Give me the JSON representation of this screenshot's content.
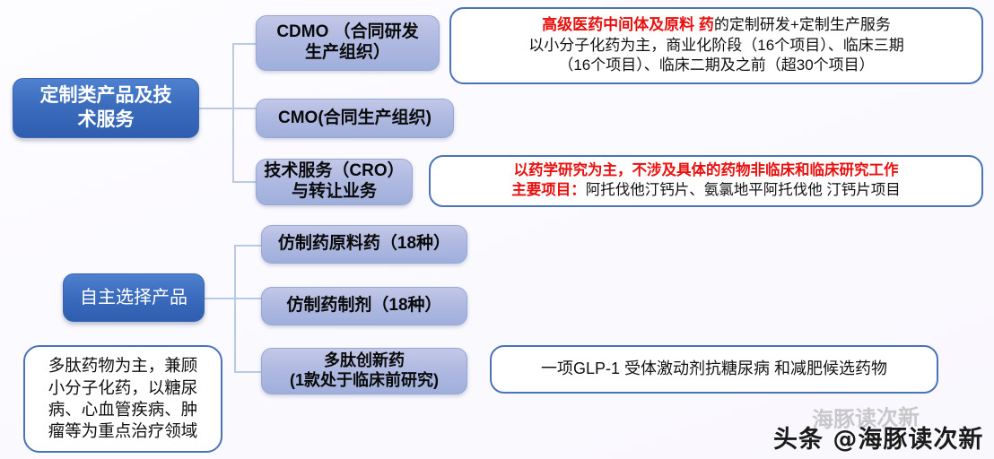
{
  "diagram": {
    "groups": [
      {
        "root": {
          "label": "定制类产品及技\n术服务"
        },
        "children": [
          {
            "label": "CDMO （合同研发\n生产组织）"
          },
          {
            "label": "CMO(合同生产组织)"
          },
          {
            "label": "技术服务（CRO）\n与转让业务"
          }
        ]
      },
      {
        "root": {
          "label": "自主选择产品"
        },
        "children": [
          {
            "label": "仿制药原料药（18种）"
          },
          {
            "label": "仿制药制剂（18种）"
          },
          {
            "label": "多肽创新药\n(1款处于临床前研究)"
          }
        ]
      }
    ],
    "callouts": {
      "cdmo": {
        "line1_red": "高级医药中间体及原料 药",
        "line1_rest": "的定制研发+定制生产服务",
        "line2": "以小分子化药为主，商业化阶段（16个项目）、临床三期",
        "line3": "（16个项目）、临床二期及之前（超30个项目）"
      },
      "cro": {
        "line1_red": "以药学研究为主，不涉及具体的药物非临床和临床研究工作",
        "line2_red": "主要项目：",
        "line2_rest": "阿托伐他汀钙片、氨氯地平阿托伐他 汀钙片项目"
      },
      "peptide": {
        "text": "一项GLP-1 受体激动剂抗糖尿病 和减肥候选药物"
      },
      "focus": {
        "line1": "多肽药物为主，兼顾",
        "line2": "小分子化药，以糖尿",
        "line3": "病、心血管疾病、肿",
        "line4": "瘤等为重点治疗领域"
      }
    }
  },
  "watermark": {
    "main": "头条 @海豚读次新",
    "ghost": "海豚读次新"
  },
  "colors": {
    "root_blue": "#3c6cbd",
    "branch_lavender": "#b2bbe2",
    "callout_border": "#4a73b8",
    "highlight_red": "#e8110f",
    "connector": "#b9cbe4",
    "background": "#fcfbfe"
  }
}
